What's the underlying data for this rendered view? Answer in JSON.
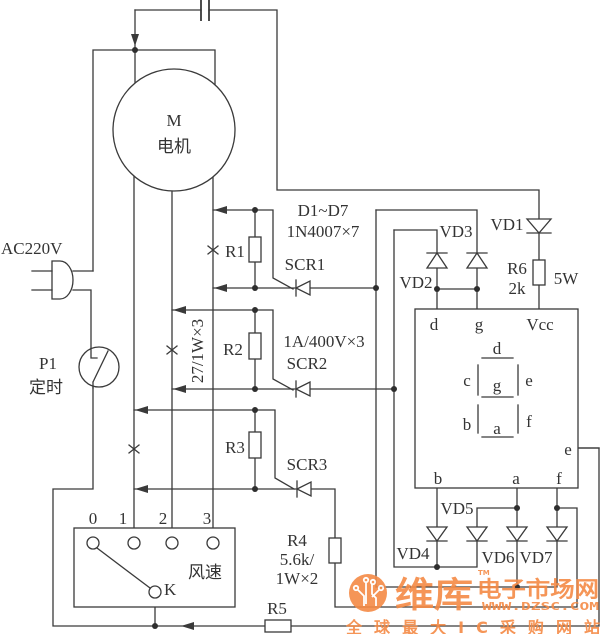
{
  "motor": {
    "symbol": "M",
    "name": "电机"
  },
  "power_plug": {
    "label": "AC220V"
  },
  "timer": {
    "ref": "P1",
    "name": "定时"
  },
  "resistors": {
    "r1": {
      "ref": "R1"
    },
    "r2": {
      "ref": "R2"
    },
    "r3": {
      "ref": "R3"
    },
    "r1_r3_spec": "27/1W×3",
    "r4": {
      "ref": "R4",
      "value": "5.6k/",
      "rating": "1W×2"
    },
    "r5": {
      "ref": "R5"
    },
    "r6": {
      "ref": "R6",
      "value": "2k",
      "rating": "5W"
    }
  },
  "diodes": {
    "group_ref": "D1~D7",
    "part": "1N4007×7",
    "vd1": "VD1",
    "vd2": "VD2",
    "vd3": "VD3",
    "vd4": "VD4",
    "vd5": "VD5",
    "vd6": "VD6",
    "vd7": "VD7"
  },
  "scrs": {
    "spec": "1A/400V×3",
    "scr1": "SCR1",
    "scr2": "SCR2",
    "scr3": "SCR3"
  },
  "speed_switch": {
    "positions": [
      "0",
      "1",
      "2",
      "3"
    ],
    "wiper": "K",
    "name": "风速"
  },
  "display": {
    "pins": {
      "d": "d",
      "g": "g",
      "vcc": "Vcc",
      "e": "e",
      "b": "b",
      "a": "a",
      "f": "f"
    },
    "segments": {
      "a": "a",
      "b": "b",
      "c": "c",
      "d": "d",
      "e": "e",
      "f": "f",
      "g": "g"
    }
  },
  "watermark": {
    "brand": "维库",
    "tm": "TM",
    "site_name": "电子市场网",
    "url": "WWW.DZSC.COM",
    "slogan": "全球最大IC采购网站"
  },
  "colors": {
    "line": "#3a3a3a",
    "watermark": "#f58a45"
  }
}
